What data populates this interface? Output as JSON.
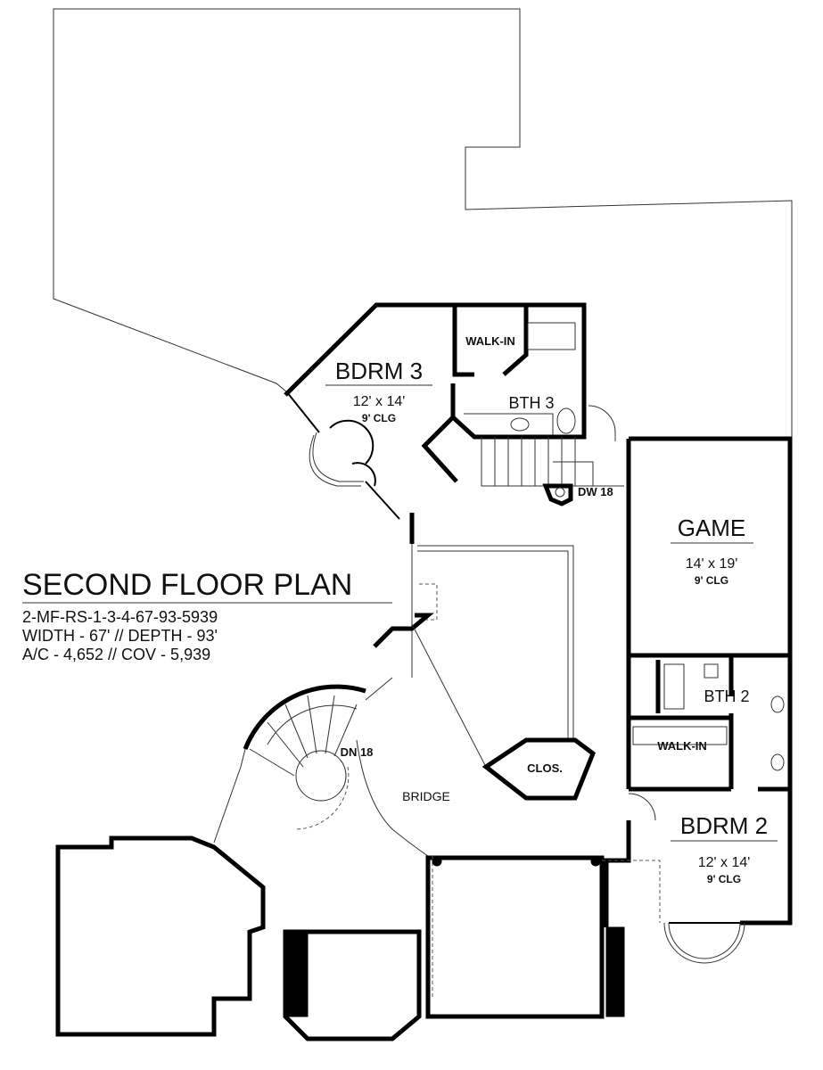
{
  "title_block": {
    "title": "SECOND FLOOR PLAN",
    "plan_code": "2-MF-RS-1-3-4-67-93-5939",
    "dimensions": "WIDTH - 67' // DEPTH - 93'",
    "areas": "A/C - 4,652 // COV - 5,939"
  },
  "rooms": {
    "bdrm3": {
      "name": "BDRM 3",
      "size": "12' x 14'",
      "ceiling": "9' CLG"
    },
    "walkin3": {
      "name": "WALK-IN"
    },
    "bth3": {
      "name": "BTH 3"
    },
    "dw": {
      "name": "DW 18"
    },
    "game": {
      "name": "GAME",
      "size": "14' x 19'",
      "ceiling": "9' CLG"
    },
    "bth2": {
      "name": "BTH 2"
    },
    "walkin2": {
      "name": "WALK-IN"
    },
    "clos": {
      "name": "CLOS."
    },
    "stair": {
      "name": "DN 18"
    },
    "bridge": {
      "name": "BRIDGE"
    },
    "bdrm2": {
      "name": "BDRM 2",
      "size": "12' x 14'",
      "ceiling": "9' CLG"
    }
  }
}
